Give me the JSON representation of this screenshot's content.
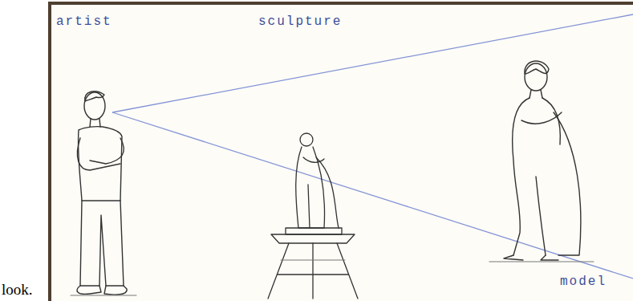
{
  "diagram": {
    "labels": [
      "artist",
      "sculpture",
      "model",
      "look."
    ]
  }
}
